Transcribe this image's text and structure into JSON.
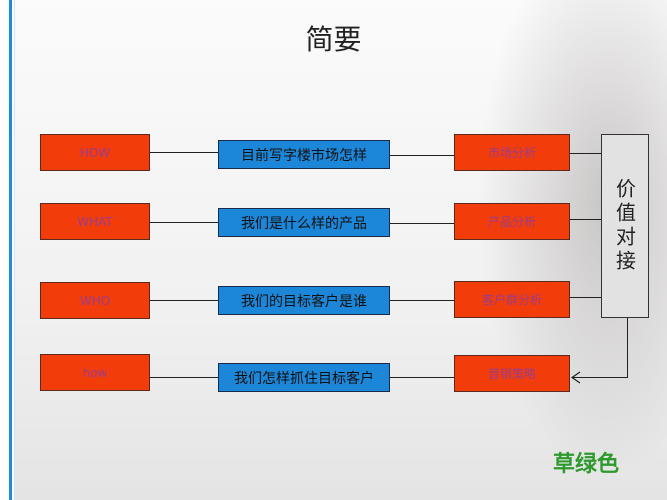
{
  "title": "简要",
  "rows": [
    {
      "left": "HOW",
      "middle": "目前写字楼市场怎样",
      "right": "市场分析"
    },
    {
      "left": "WHAT",
      "middle": "我们是什么样的产品",
      "right": "产品分析"
    },
    {
      "left": "WHO",
      "middle": "我们的目标客户是谁",
      "right": "客户群分析"
    },
    {
      "left": "how",
      "middle": "我们怎样抓住目标客户",
      "right": "营销策略"
    }
  ],
  "value_box": "价值对接",
  "watermark": "草绿色",
  "colors": {
    "red_box": "#f23d0a",
    "blue_box": "#1c86d8",
    "accent_edge": "#1a8fd6",
    "watermark": "#2e9a2e"
  }
}
